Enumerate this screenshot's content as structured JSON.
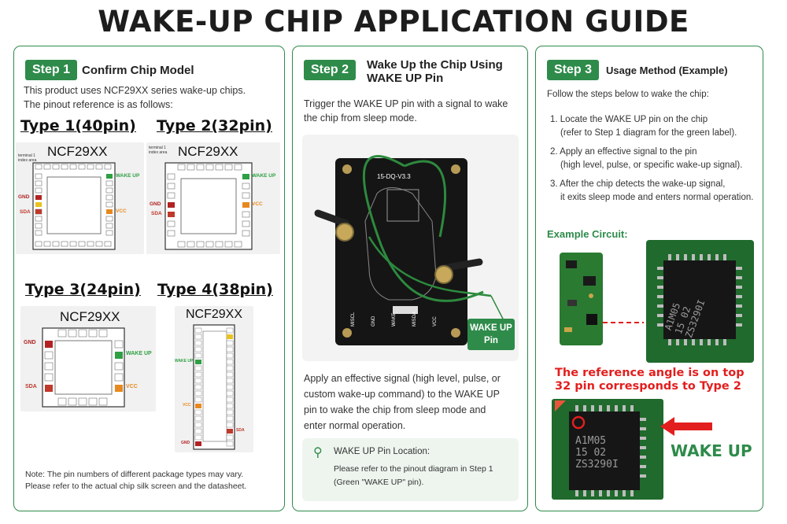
{
  "title": "WAKE-UP CHIP APPLICATION GUIDE",
  "colors": {
    "accent": "#2e8b4a",
    "gnd": "#b22222",
    "vcc": "#e8891f",
    "sda": "#c0392b",
    "wake": "#2ea043",
    "alert": "#e31e1e"
  },
  "step1": {
    "badge": "Step 1",
    "title": "Confirm Chip Model",
    "intro_line1": "This product uses NCF29XX series wake-up chips.",
    "intro_line2": "The pinout reference is as follows:",
    "types": [
      {
        "heading": "Type 1(40pin)",
        "chip": "NCF29XX",
        "index_label": "terminal 1 index area",
        "labels": [
          "GND",
          "SDA",
          "WAKE UP",
          "VCC"
        ]
      },
      {
        "heading": "Type 2(32pin)",
        "chip": "NCF29XX",
        "index_label": "terminal 1 index area",
        "labels": [
          "GND",
          "SDA",
          "WAKE UP",
          "VCC"
        ]
      },
      {
        "heading": "Type 3(24pin)",
        "chip": "NCF29XX",
        "labels": [
          "GND",
          "SDA",
          "WAKE UP",
          "VCC"
        ]
      },
      {
        "heading": "Type 4(38pin)",
        "chip": "NCF29XX",
        "labels": [
          "WAKE UP",
          "VCC",
          "GND",
          "SDA"
        ]
      }
    ],
    "note_line1": "Note: The pin numbers of different package types may vary.",
    "note_line2": "Please refer to the actual chip silk screen and the datasheet."
  },
  "step2": {
    "badge": "Step 2",
    "title_line1": "Wake Up the Chip Using",
    "title_line2": "WAKE UP Pin",
    "desc_line1": "Trigger the WAKE UP pin with a signal to wake",
    "desc_line2": "the chip from sleep mode.",
    "board_label": "15-DQ-V3.3",
    "pin_labels": [
      "MISCL",
      "GND",
      "WAKE",
      "MISDA",
      "VCC"
    ],
    "wake_label_line1": "WAKE UP",
    "wake_label_line2": "Pin",
    "body_line1": "Apply an effective signal (high level, pulse, or",
    "body_line2": "custom wake-up command) to the WAKE UP",
    "body_line3": "pin to wake the chip from sleep mode and",
    "body_line4": "enter normal operation.",
    "tip_title": "WAKE UP Pin Location:",
    "tip_line1": "Please refer to the pinout diagram in Step 1",
    "tip_line2": "(Green \"WAKE UP\" pin)."
  },
  "step3": {
    "badge": "Step 3",
    "title": "Usage Method (Example)",
    "intro": "Follow the steps below to wake the chip:",
    "steps": [
      {
        "l1": "1. Locate the WAKE UP pin on the chip",
        "l2": "(refer to Step 1 diagram for the green label)."
      },
      {
        "l1": "2. Apply an effective signal to the pin",
        "l2": "(high level, pulse, or specific wake-up signal)."
      },
      {
        "l1": "3. After the chip detects the wake-up signal,",
        "l2": "it exits sleep mode and enters normal operation."
      }
    ],
    "example_heading": "Example Circuit:",
    "chip_marking_1": "A1M05",
    "chip_marking_2": "15 02",
    "chip_marking_3": "ZS3290I",
    "red_line1": "The reference angle is on top",
    "red_line2": "32 pin corresponds to Type 2",
    "wake_up_big": "WAKE UP"
  }
}
